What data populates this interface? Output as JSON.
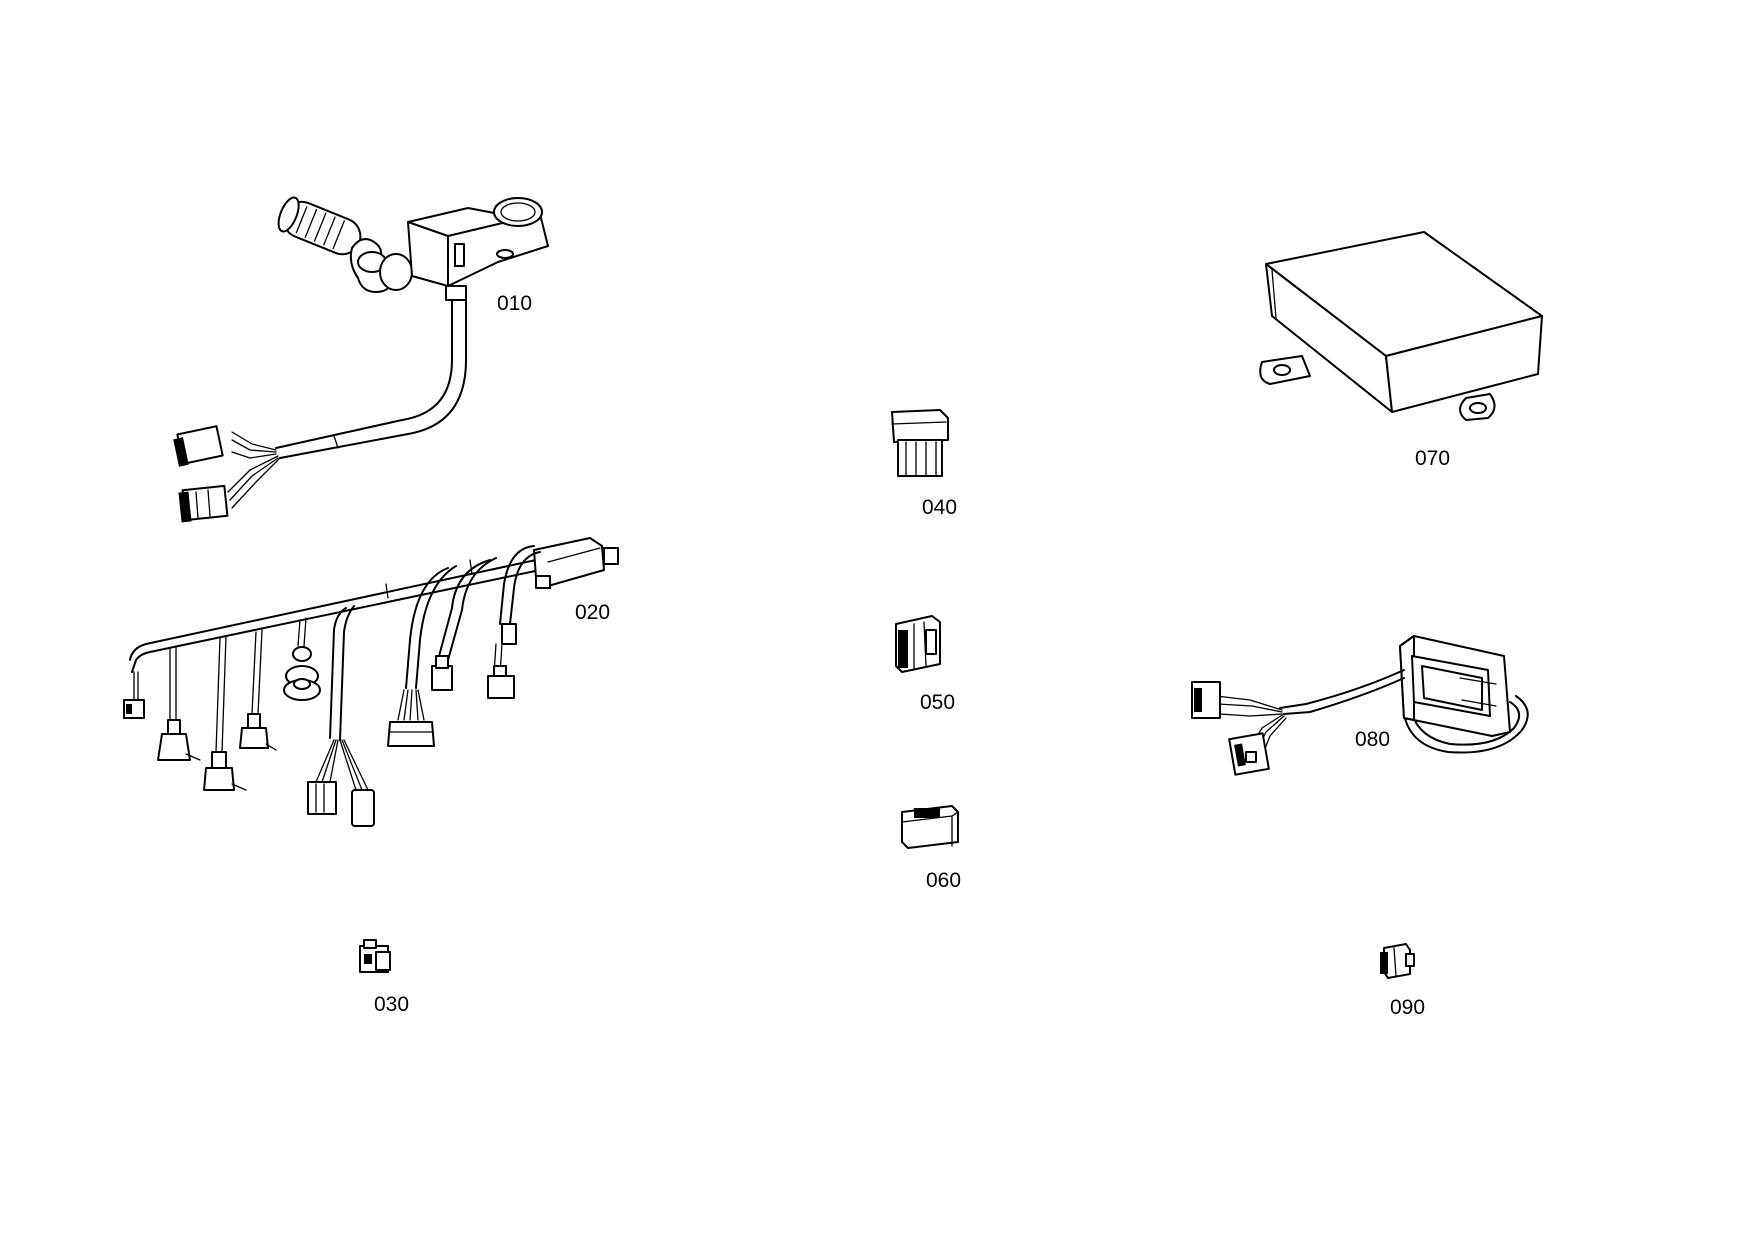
{
  "parts": [
    {
      "id": "010"
    },
    {
      "id": "020"
    },
    {
      "id": "030"
    },
    {
      "id": "040"
    },
    {
      "id": "050"
    },
    {
      "id": "060"
    },
    {
      "id": "070"
    },
    {
      "id": "080"
    },
    {
      "id": "090"
    }
  ]
}
